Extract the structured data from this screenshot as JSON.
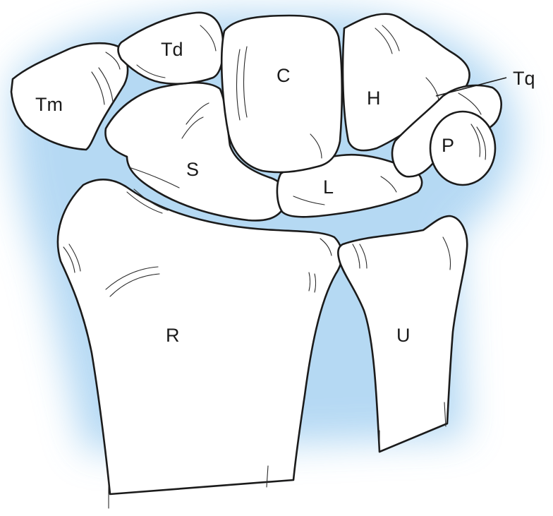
{
  "colors": {
    "background": "#ffffff",
    "glow": "#a9d3f2",
    "outline": "#1b1b1b"
  },
  "labels": {
    "trapezium": "Tm",
    "trapezoid": "Td",
    "capitate": "C",
    "hamate": "H",
    "triquetrum": "Tq",
    "scaphoid": "S",
    "lunate": "L",
    "pisiform": "P",
    "radius": "R",
    "ulna": "U"
  }
}
